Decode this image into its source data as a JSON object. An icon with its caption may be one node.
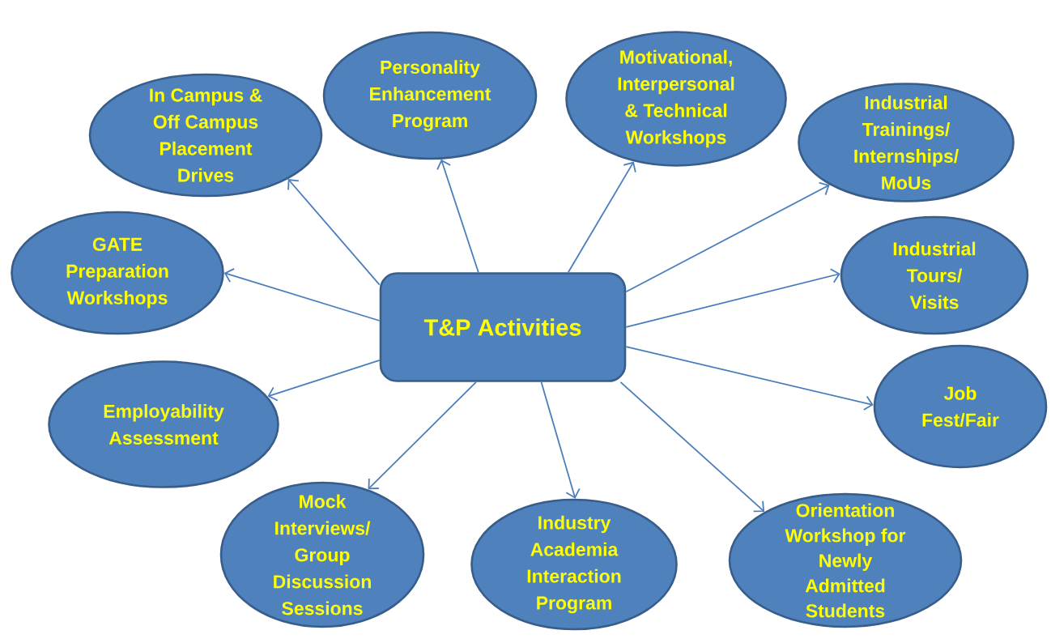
{
  "diagram": {
    "nodes": [
      {
        "text": [
          "T&P Activities"
        ]
      },
      {
        "text": [
          "In Campus & Off Campus Placement Drives"
        ]
      },
      {
        "text": [
          "Personality Enhancement Program"
        ]
      },
      {
        "text": [
          "Motivational, Interpersonal & Technical Workshops"
        ]
      },
      {
        "text": [
          "Industrial Trainings/ Internships/ MoUs"
        ]
      },
      {
        "text": [
          "GATE Preparation Workshops"
        ]
      },
      {
        "text": [
          "Industrial Tours/ Visits"
        ]
      },
      {
        "text": [
          "Employability Assessment"
        ]
      },
      {
        "text": [
          "Job Fest/Fair"
        ]
      },
      {
        "text": [
          "Mock Interviews/ Group Discussion Sessions"
        ]
      },
      {
        "text": [
          "Industry Academia Interaction Program"
        ]
      },
      {
        "text": [
          "Orientation Workshop for Newly Admitted Students"
        ]
      }
    ],
    "edges": [
      {
        "from": 0,
        "to": 1,
        "arrow": "to"
      },
      {
        "from": 0,
        "to": 2,
        "arrow": "to"
      },
      {
        "from": 0,
        "to": 3,
        "arrow": "to"
      },
      {
        "from": 0,
        "to": 4,
        "arrow": "to"
      },
      {
        "from": 0,
        "to": 5,
        "arrow": "to"
      },
      {
        "from": 0,
        "to": 6,
        "arrow": "to"
      },
      {
        "from": 0,
        "to": 7,
        "arrow": "to"
      },
      {
        "from": 0,
        "to": 8,
        "arrow": "to"
      },
      {
        "from": 0,
        "to": 9,
        "arrow": "to"
      },
      {
        "from": 0,
        "to": 10,
        "arrow": "to"
      },
      {
        "from": 0,
        "to": 11,
        "arrow": "to"
      }
    ]
  }
}
